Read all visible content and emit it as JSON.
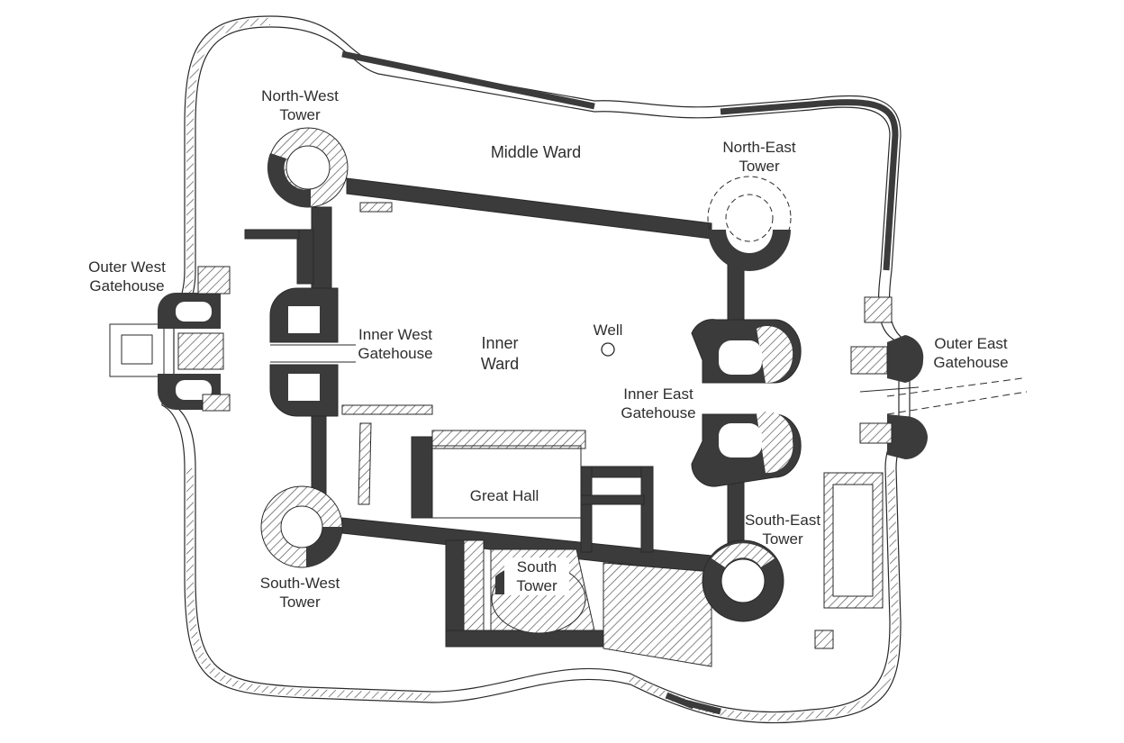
{
  "labels": {
    "north_west_tower": [
      "North-West",
      "Tower"
    ],
    "middle_ward": "Middle Ward",
    "north_east_tower": [
      "North-East",
      "Tower"
    ],
    "outer_west_gatehouse": [
      "Outer West",
      "Gatehouse"
    ],
    "inner_west_gatehouse": [
      "Inner West",
      "Gatehouse"
    ],
    "inner_ward": [
      "Inner",
      "Ward"
    ],
    "well": "Well",
    "outer_east_gatehouse": [
      "Outer East",
      "Gatehouse"
    ],
    "inner_east_gatehouse": [
      "Inner East",
      "Gatehouse"
    ],
    "great_hall": "Great Hall",
    "south_east_tower": [
      "South-East",
      "Tower"
    ],
    "south_tower": [
      "South",
      "Tower"
    ],
    "south_west_tower": [
      "South-West",
      "Tower"
    ]
  },
  "colors": {
    "wall": "#3b3b3b",
    "line": "#2a2a2a",
    "hatch": "#555555"
  }
}
